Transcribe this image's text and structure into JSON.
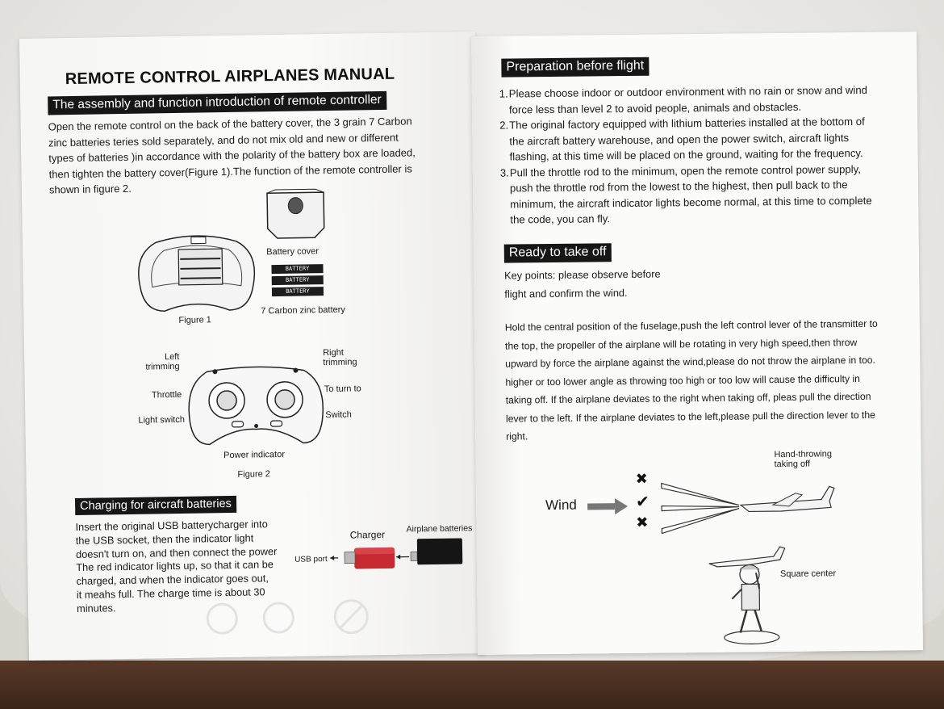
{
  "left_page": {
    "title": "REMOTE CONTROL AIRPLANES MANUAL",
    "section1_heading": "The assembly and function introduction of remote controller",
    "section1_lines": [
      "Open the remote control on the back of the battery cover, the 3 grain 7 Carbon",
      "zinc batteries teries sold separately, and do not mix old and new or different",
      "types of batteries )in accordance with the polarity of the battery box are loaded,",
      "then tighten the battery cover(Figure 1).The function of the remote controller is",
      "shown in figure 2."
    ],
    "figure1": {
      "battery_cover_label": "Battery cover",
      "battery_text": "BATTERY",
      "battery_label": "7 Carbon zinc battery",
      "caption": "Figure 1"
    },
    "figure2": {
      "left_trimming": [
        "Left",
        "trimming"
      ],
      "right_trimming": [
        "Right",
        "trimming"
      ],
      "throttle": "Throttle",
      "to_turn_to": "To turn to",
      "light_switch": "Light switch",
      "switch": "Switch",
      "power_indicator": "Power indicator",
      "caption": "Figure 2"
    },
    "section2_heading": "Charging for aircraft batteries",
    "section2_lines": [
      "Insert the original USB batterycharger into",
      "the USB socket, then the indicator light",
      "doesn't turn on, and then connect the power",
      "The red indicator lights up, so that it can be",
      "charged, and when the indicator goes out,",
      "it meahs full. The charge time is about 30",
      "minutes."
    ],
    "charger_figure": {
      "charger_label": "Charger",
      "airplane_batteries_label": "Airplane batteries",
      "usb_port_label": "USB port"
    }
  },
  "right_page": {
    "section1_heading": "Preparation before flight",
    "steps": [
      {
        "num": "1.",
        "lines": [
          "Please choose indoor or outdoor environment with no rain or snow and wind",
          "force less than level 2 to avoid people, animals and obstacles."
        ]
      },
      {
        "num": "2.",
        "lines": [
          "The original factory equipped with lithium batteries installed at the bottom of",
          "the aircraft battery warehouse, and open the power switch, aircraft lights",
          "flashing, at this time will be placed on the ground, waiting for the frequency."
        ]
      },
      {
        "num": "3.",
        "lines": [
          "Pull the throttle rod to the minimum, open the remote control power supply,",
          "push the throttle rod from the lowest to the highest, then pull back to the",
          "minimum, the aircraft indicator lights become normal, at this time to complete",
          "the code, you can fly."
        ]
      }
    ],
    "section2_heading": "Ready to take off",
    "key_points_lines": [
      "Key points: please observe before",
      "flight and confirm the wind."
    ],
    "instructions_lines": [
      "Hold the central position of the fuselage,push the left control lever of the transmitter to",
      "the top, the propeller of the airplane will be rotating in very high speed,then throw",
      "upward by force the airplane against the wind,please do not throw the airplane in too.",
      "higher or too lower angle as throwing too high or too low will cause the difficulty in",
      "taking off. If the airplane deviates to the right when taking off, pleas pull the direction",
      "lever to the left. If the airplane deviates to the left,please pull the direction lever to the",
      "right."
    ],
    "diagram": {
      "wind_label": "Wind",
      "hand_throwing": [
        "Hand-throwing",
        "taking off"
      ],
      "square_center": "Square center",
      "wrong_mark": "✖",
      "right_mark": "✔"
    }
  }
}
